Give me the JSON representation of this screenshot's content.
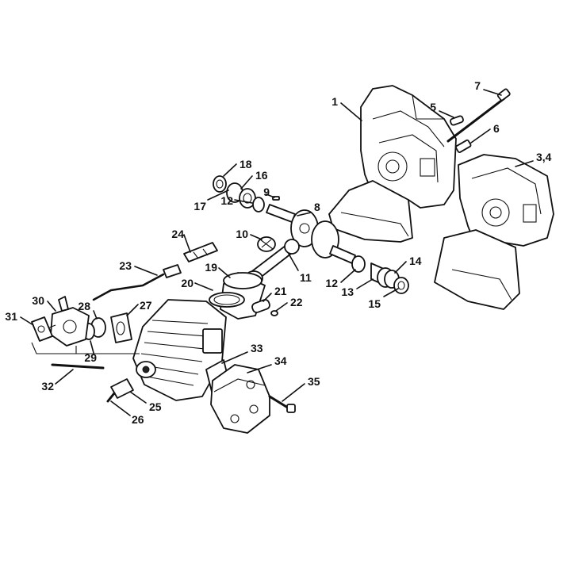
{
  "diagram": {
    "labels": [
      "1",
      "3,4",
      "5",
      "6",
      "7",
      "8",
      "9",
      "10",
      "11",
      "12",
      "12",
      "13",
      "14",
      "15",
      "16",
      "17",
      "18",
      "19",
      "20",
      "21",
      "22",
      "23",
      "24",
      "25",
      "26",
      "27",
      "28",
      "29",
      "30",
      "31",
      "32",
      "33",
      "34",
      "35"
    ]
  }
}
